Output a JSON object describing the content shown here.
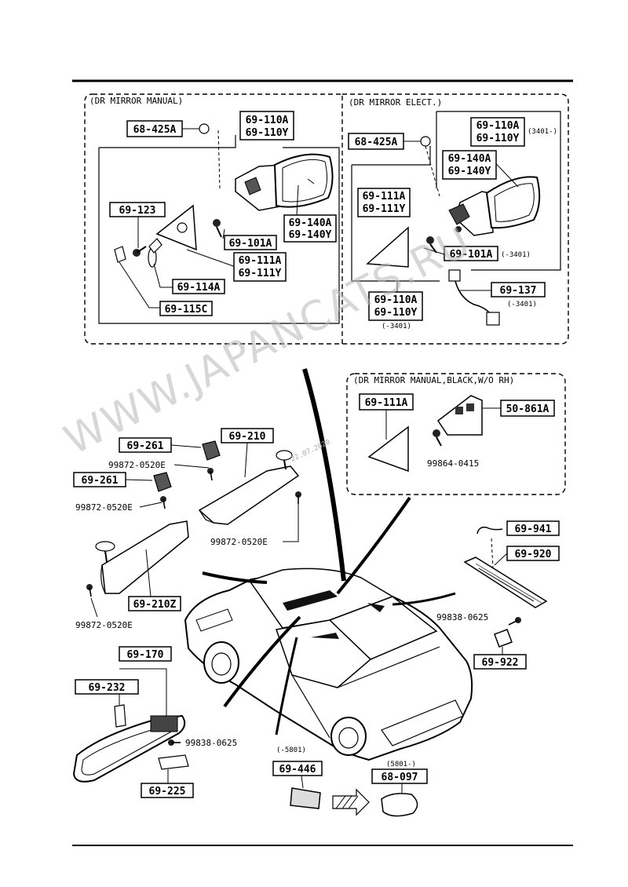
{
  "sections": {
    "manual": "(DR MIRROR MANUAL)",
    "elect": "(DR MIRROR ELECT.)",
    "black": "(DR MIRROR MANUAL,BLACK,W/O RH)"
  },
  "parts": {
    "p68_425A_a": "68-425A",
    "p69_110A_a": "69-110A",
    "p69_110Y_a": "69-110Y",
    "p69_123": "69-123",
    "p69_140A_a": "69-140A",
    "p69_140Y_a": "69-140Y",
    "p69_101A_a": "69-101A",
    "p69_111A_a": "69-111A",
    "p69_111Y_a": "69-111Y",
    "p69_114A": "69-114A",
    "p69_115C": "69-115C",
    "p68_425A_b": "68-425A",
    "p69_110A_b": "69-110A",
    "p69_110Y_b": "69-110Y",
    "p69_140A_b": "69-140A",
    "p69_140Y_b": "69-140Y",
    "p69_111A_b": "69-111A",
    "p69_111Y_b": "69-111Y",
    "p69_101A_b": "69-101A",
    "p69_137": "69-137",
    "p69_110A_c": "69-110A",
    "p69_110Y_c": "69-110Y",
    "p69_111A_c": "69-111A",
    "p50_861A": "50-861A",
    "p99864_0415": "99864-0415",
    "p69_261_a": "69-261",
    "p69_261_b": "69-261",
    "p99872_a": "99872-0520E",
    "p99872_b": "99872-0520E",
    "p99872_c": "99872-0520E",
    "p99872_d": "99872-0520E",
    "p69_210": "69-210",
    "p69_210Z": "69-210Z",
    "p69_941": "69-941",
    "p69_920": "69-920",
    "p99838_a": "99838-0625",
    "p69_922": "69-922",
    "p69_170": "69-170",
    "p69_232": "69-232",
    "p99838_b": "99838-0625",
    "p69_225": "69-225",
    "p69_446": "69-446",
    "p68_097": "68-097"
  },
  "notes": {
    "n3401a": "(3401-)",
    "n3401b": "(-3401)",
    "n3401c": "(-3401)",
    "n3401d": "(-3401)",
    "n5801a": "(-5801)",
    "n5801b": "(5801-)"
  },
  "watermark": "WWW.JAPANCATS.RU",
  "stamp": "22.07.2020"
}
